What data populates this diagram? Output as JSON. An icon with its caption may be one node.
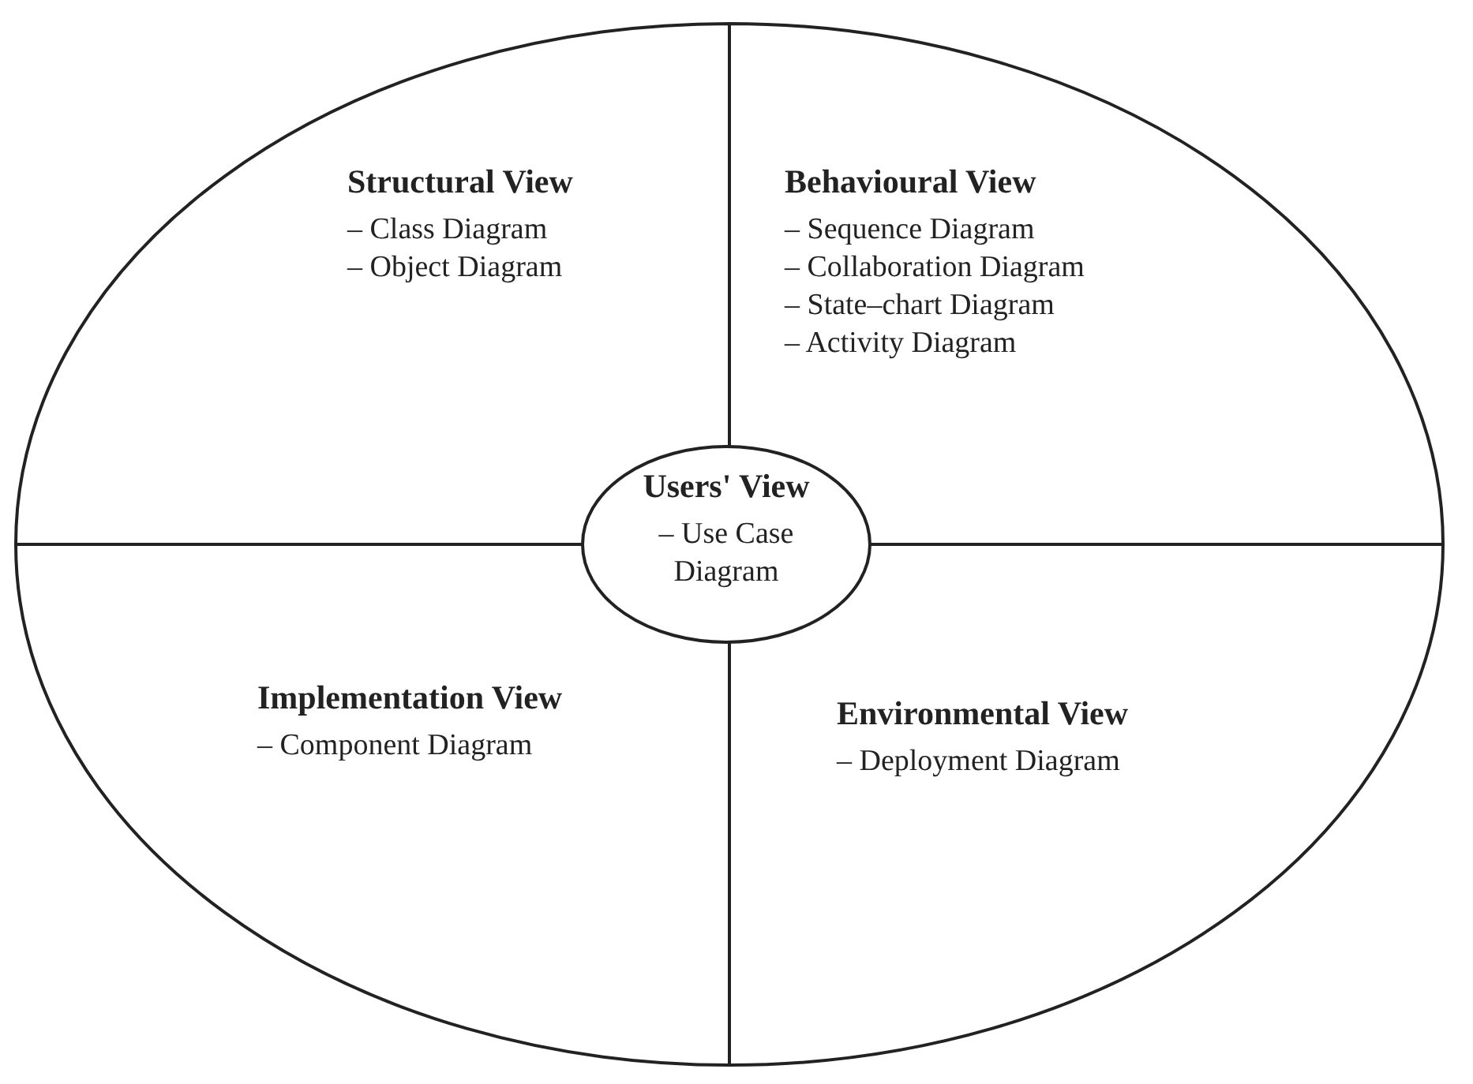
{
  "diagram": {
    "nodes": [
      {
        "text": [
          "Structural View",
          "– Class Diagram",
          "– Object Diagram"
        ]
      },
      {
        "text": [
          "Behavioural View",
          "– Sequence Diagram",
          "– Collaboration Diagram",
          "– State–chart Diagram",
          "– Activity Diagram"
        ]
      },
      {
        "text": [
          "Users' View",
          "– Use Case Diagram"
        ]
      },
      {
        "text": [
          "Implementation View",
          "– Component Diagram"
        ]
      },
      {
        "text": [
          "Environmental View",
          "– Deployment Diagram"
        ]
      }
    ],
    "edges": []
  }
}
